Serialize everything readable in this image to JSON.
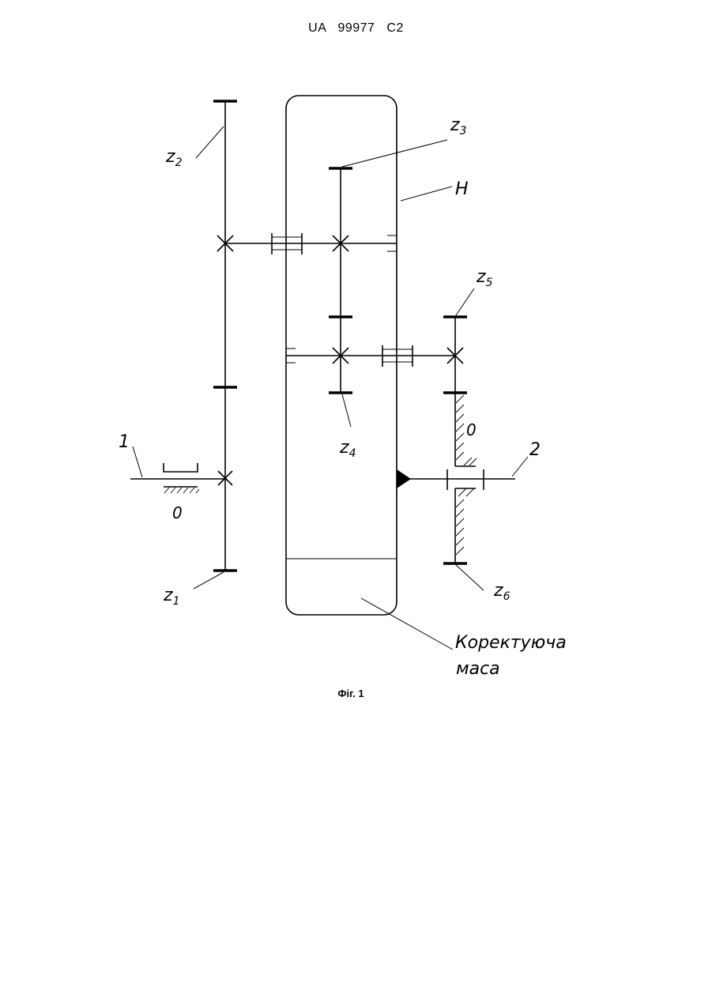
{
  "header": {
    "doc_id": "UA   99977   C2"
  },
  "figure": {
    "caption": "Фіг. 1",
    "labels": {
      "z1": {
        "main": "z",
        "sub": "1"
      },
      "z2": {
        "main": "z",
        "sub": "2"
      },
      "z3": {
        "main": "z",
        "sub": "3"
      },
      "z4": {
        "main": "z",
        "sub": "4"
      },
      "z5": {
        "main": "z",
        "sub": "5"
      },
      "z6": {
        "main": "z",
        "sub": "6"
      },
      "carrier": "H",
      "shaft_input": "1",
      "shaft_output": "2",
      "fixed_left": "0",
      "fixed_right": "0",
      "mass_line1": "Коректуюча",
      "mass_line2": "маса"
    }
  }
}
